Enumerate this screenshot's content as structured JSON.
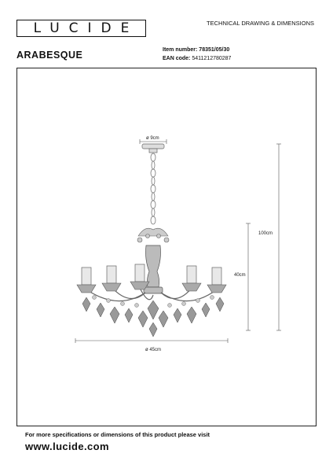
{
  "header": {
    "brand": "LUCIDE",
    "doc_type": "TECHNICAL DRAWING & DIMENSIONS"
  },
  "product": {
    "name": "ARABESQUE",
    "item_label": "Item number:",
    "item_number": "78351/05/30",
    "ean_label": "EAN code:",
    "ean_code": "5411212780287"
  },
  "dimensions": {
    "canopy_diameter": "ø 9cm",
    "total_height": "100cm",
    "body_height": "40cm",
    "diameter": "ø 45cm"
  },
  "footer": {
    "note": "For more specifications or dimensions of this product please visit",
    "website": "www.lucide.com"
  }
}
